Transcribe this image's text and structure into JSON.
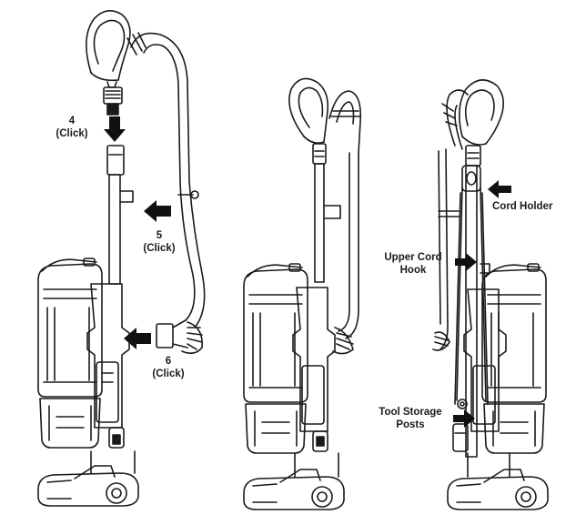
{
  "figure": {
    "steps": {
      "step4": {
        "num": "4",
        "note": "(Click)"
      },
      "step5": {
        "num": "5",
        "note": "(Click)"
      },
      "step6": {
        "num": "6",
        "note": "(Click)"
      }
    },
    "callouts": {
      "cord_holder": "Cord Holder",
      "upper_cord_hook_line1": "Upper Cord",
      "upper_cord_hook_line2": "Hook",
      "tool_storage_line1": "Tool Storage",
      "tool_storage_line2": "Posts"
    }
  }
}
